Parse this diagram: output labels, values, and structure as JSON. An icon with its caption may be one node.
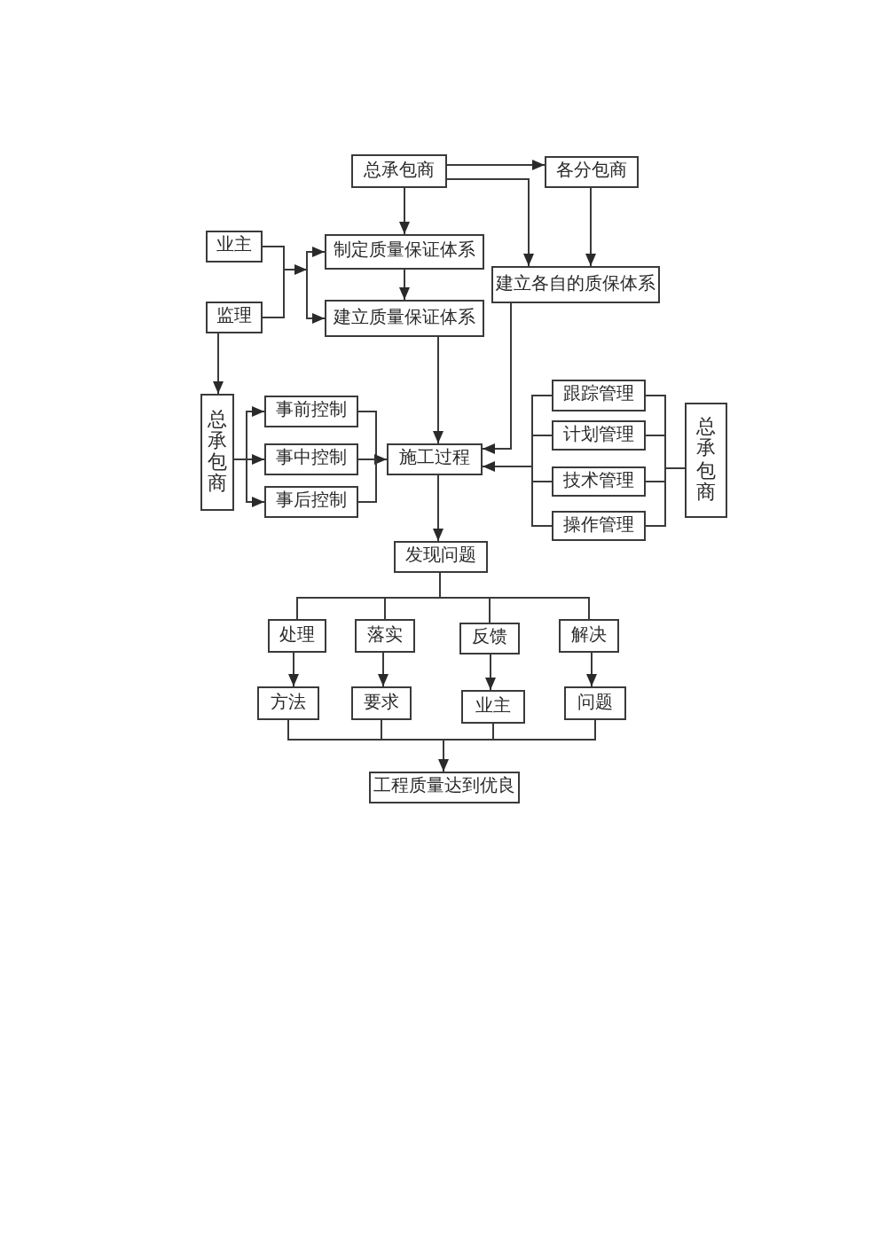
{
  "diagram": {
    "nodes": [
      {
        "text": [
          "总承包商"
        ]
      },
      {
        "text": [
          "各分包商"
        ]
      },
      {
        "text": [
          "业主"
        ]
      },
      {
        "text": [
          "监理"
        ]
      },
      {
        "text": [
          "制定质量保证体系"
        ]
      },
      {
        "text": [
          "建立质量保证体系"
        ]
      },
      {
        "text": [
          "建立各自的质保体系"
        ]
      },
      {
        "text": [
          "总承包商"
        ]
      },
      {
        "text": [
          "事前控制"
        ]
      },
      {
        "text": [
          "事中控制"
        ]
      },
      {
        "text": [
          "事后控制"
        ]
      },
      {
        "text": [
          "施工过程"
        ]
      },
      {
        "text": [
          "跟踪管理"
        ]
      },
      {
        "text": [
          "计划管理"
        ]
      },
      {
        "text": [
          "技术管理"
        ]
      },
      {
        "text": [
          "操作管理"
        ]
      },
      {
        "text": [
          "总承包商"
        ]
      },
      {
        "text": [
          "发现问题"
        ]
      },
      {
        "text": [
          "处理"
        ]
      },
      {
        "text": [
          "落实"
        ]
      },
      {
        "text": [
          "反馈"
        ]
      },
      {
        "text": [
          "解决"
        ]
      },
      {
        "text": [
          "方法"
        ]
      },
      {
        "text": [
          "要求"
        ]
      },
      {
        "text": [
          "业主"
        ]
      },
      {
        "text": [
          "问题"
        ]
      },
      {
        "text": [
          "工程质量达到优良"
        ]
      }
    ],
    "edges": [
      {
        "from": 0,
        "to": 1,
        "arrow": "to"
      },
      {
        "from": 0,
        "to": 4,
        "arrow": "to"
      },
      {
        "from": 0,
        "to": 6,
        "arrow": "to"
      },
      {
        "from": 1,
        "to": 6,
        "arrow": "to"
      },
      {
        "from": 2,
        "to": 4,
        "arrow": "to"
      },
      {
        "from": 2,
        "to": 5,
        "arrow": "to"
      },
      {
        "from": 3,
        "to": 4,
        "arrow": "to"
      },
      {
        "from": 3,
        "to": 5,
        "arrow": "to"
      },
      {
        "from": 4,
        "to": 5,
        "arrow": "to"
      },
      {
        "from": 3,
        "to": 7,
        "arrow": "to"
      },
      {
        "from": 7,
        "to": 8,
        "arrow": "to"
      },
      {
        "from": 7,
        "to": 9,
        "arrow": "to"
      },
      {
        "from": 7,
        "to": 10,
        "arrow": "to"
      },
      {
        "from": 8,
        "to": 11,
        "arrow": "to"
      },
      {
        "from": 9,
        "to": 11,
        "arrow": "to"
      },
      {
        "from": 10,
        "to": 11,
        "arrow": "to"
      },
      {
        "from": 5,
        "to": 11,
        "arrow": "to"
      },
      {
        "from": 6,
        "to": 11,
        "arrow": "to"
      },
      {
        "from": 12,
        "to": 11,
        "arrow": "to"
      },
      {
        "from": 13,
        "to": 11,
        "arrow": "to"
      },
      {
        "from": 14,
        "to": 11,
        "arrow": "to"
      },
      {
        "from": 15,
        "to": 11,
        "arrow": "to"
      },
      {
        "from": 11,
        "to": 17,
        "arrow": "to"
      },
      {
        "from": 17,
        "to": 18,
        "arrow": "none"
      },
      {
        "from": 17,
        "to": 19,
        "arrow": "none"
      },
      {
        "from": 17,
        "to": 20,
        "arrow": "none"
      },
      {
        "from": 17,
        "to": 21,
        "arrow": "none"
      },
      {
        "from": 18,
        "to": 22,
        "arrow": "to"
      },
      {
        "from": 19,
        "to": 23,
        "arrow": "to"
      },
      {
        "from": 20,
        "to": 24,
        "arrow": "to"
      },
      {
        "from": 21,
        "to": 25,
        "arrow": "to"
      },
      {
        "from": 22,
        "to": 26,
        "arrow": "to"
      },
      {
        "from": 23,
        "to": 26,
        "arrow": "to"
      },
      {
        "from": 24,
        "to": 26,
        "arrow": "to"
      },
      {
        "from": 25,
        "to": 26,
        "arrow": "to"
      },
      {
        "from": 16,
        "to": 12,
        "arrow": "none"
      },
      {
        "from": 16,
        "to": 13,
        "arrow": "none"
      },
      {
        "from": 16,
        "to": 14,
        "arrow": "none"
      },
      {
        "from": 16,
        "to": 15,
        "arrow": "none"
      }
    ]
  }
}
